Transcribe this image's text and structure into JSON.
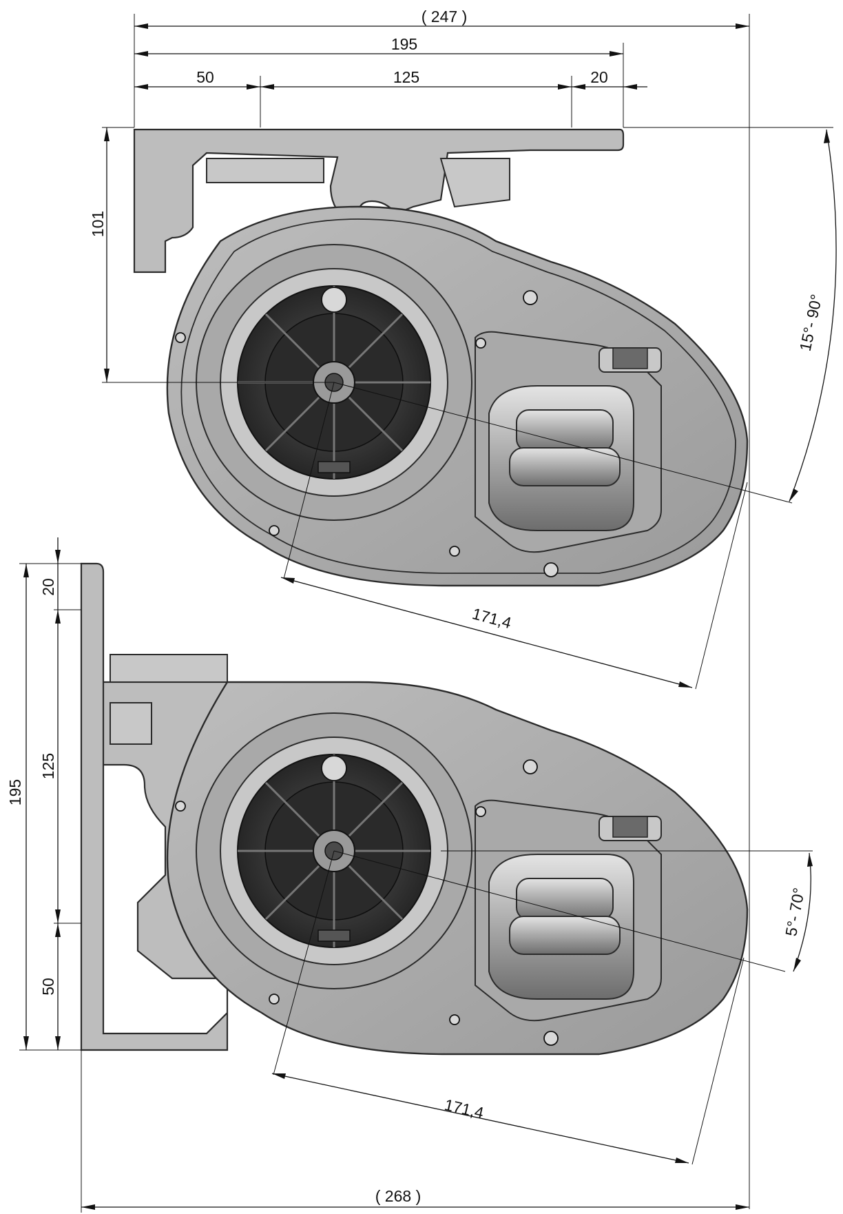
{
  "drawing": {
    "top_view": {
      "overall_width": "( 247 )",
      "width": "195",
      "segment_left": "50",
      "segment_middle": "125",
      "segment_right": "20",
      "height": "101",
      "arm_length": "171,4",
      "angle_range": "15°- 90°"
    },
    "bottom_view": {
      "total_height": "195",
      "segment_top": "20",
      "segment_middle": "125",
      "segment_bottom": "50",
      "arm_length": "171,4",
      "angle_range": "5°- 70°",
      "overall_width": "( 268 )"
    }
  }
}
